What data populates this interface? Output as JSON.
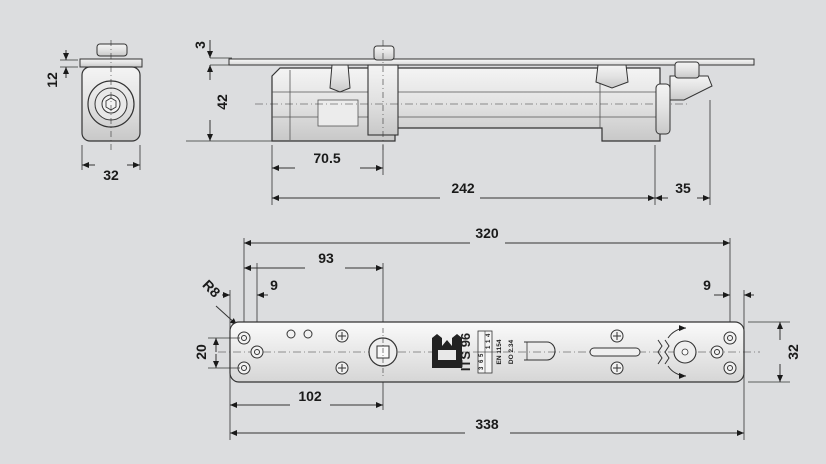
{
  "dimensions": {
    "side_flange": "12",
    "side_width": "32",
    "top_plate": "3",
    "body_height": "42",
    "spindle_offset": "70.5",
    "body_length": "242",
    "arm_extension": "35",
    "hole_spacing_overall": "320",
    "spindle_from_hole": "93",
    "hole_inset_left": "9",
    "corner_radius": "R8",
    "hole_inset_right": "9",
    "hole_spacing_vertical": "20",
    "plate_height": "32",
    "spindle_from_edge": "102",
    "plate_length": "338"
  },
  "markings": {
    "model": "ITS 96",
    "standard": "EN 1154",
    "size_range": "DO 2.34",
    "class_cells": [
      "3",
      "6",
      "5",
      "1",
      "1",
      "4"
    ]
  },
  "icons": [
    "dorma-logo-icon"
  ]
}
